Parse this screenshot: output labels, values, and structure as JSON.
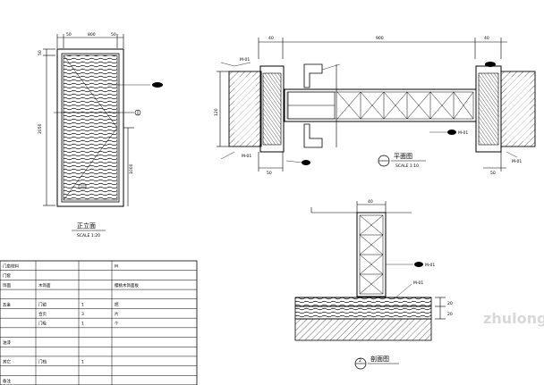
{
  "elevation": {
    "dims_top": [
      "50",
      "800",
      "50"
    ],
    "dim_left_top": "50",
    "dim_left_main": "2050",
    "dim_right_lower": "1000",
    "title": "正立面",
    "scale": "SCALE 1:20"
  },
  "plan": {
    "dims_top": [
      "40",
      "900",
      "40"
    ],
    "dim_left": "120",
    "dims_bottom": [
      "50",
      "50"
    ],
    "title": "平面图",
    "scale": "SCALE 1:10",
    "tags": [
      "M-01",
      "M-01",
      "M-01",
      "M-01"
    ]
  },
  "section": {
    "dims_top": [
      "40"
    ],
    "dims_right": [
      "20",
      "20"
    ],
    "number": "2",
    "title": "剖面图",
    "tags": [
      "M-01",
      "M-01"
    ]
  },
  "material_table": {
    "rows": [
      [
        "门扇材料",
        "",
        "",
        "M"
      ],
      [
        "门套",
        "",
        "",
        ""
      ],
      [
        "饰面",
        "木饰面",
        "",
        "樱桃木饰面板"
      ],
      [
        "",
        "",
        "",
        ""
      ],
      [
        "五金",
        "门锁",
        "1",
        "把"
      ],
      [
        "",
        "合页",
        "3",
        "片"
      ],
      [
        "",
        "门吸",
        "1",
        "个"
      ],
      [
        "",
        "",
        "",
        ""
      ],
      [
        "油漆",
        "",
        "",
        ""
      ],
      [
        "",
        "",
        "",
        ""
      ],
      [
        "其它",
        "门档",
        "1",
        ""
      ],
      [
        "",
        "",
        "",
        ""
      ],
      [
        "备注",
        "",
        "",
        ""
      ]
    ]
  },
  "watermark": "zhulong"
}
